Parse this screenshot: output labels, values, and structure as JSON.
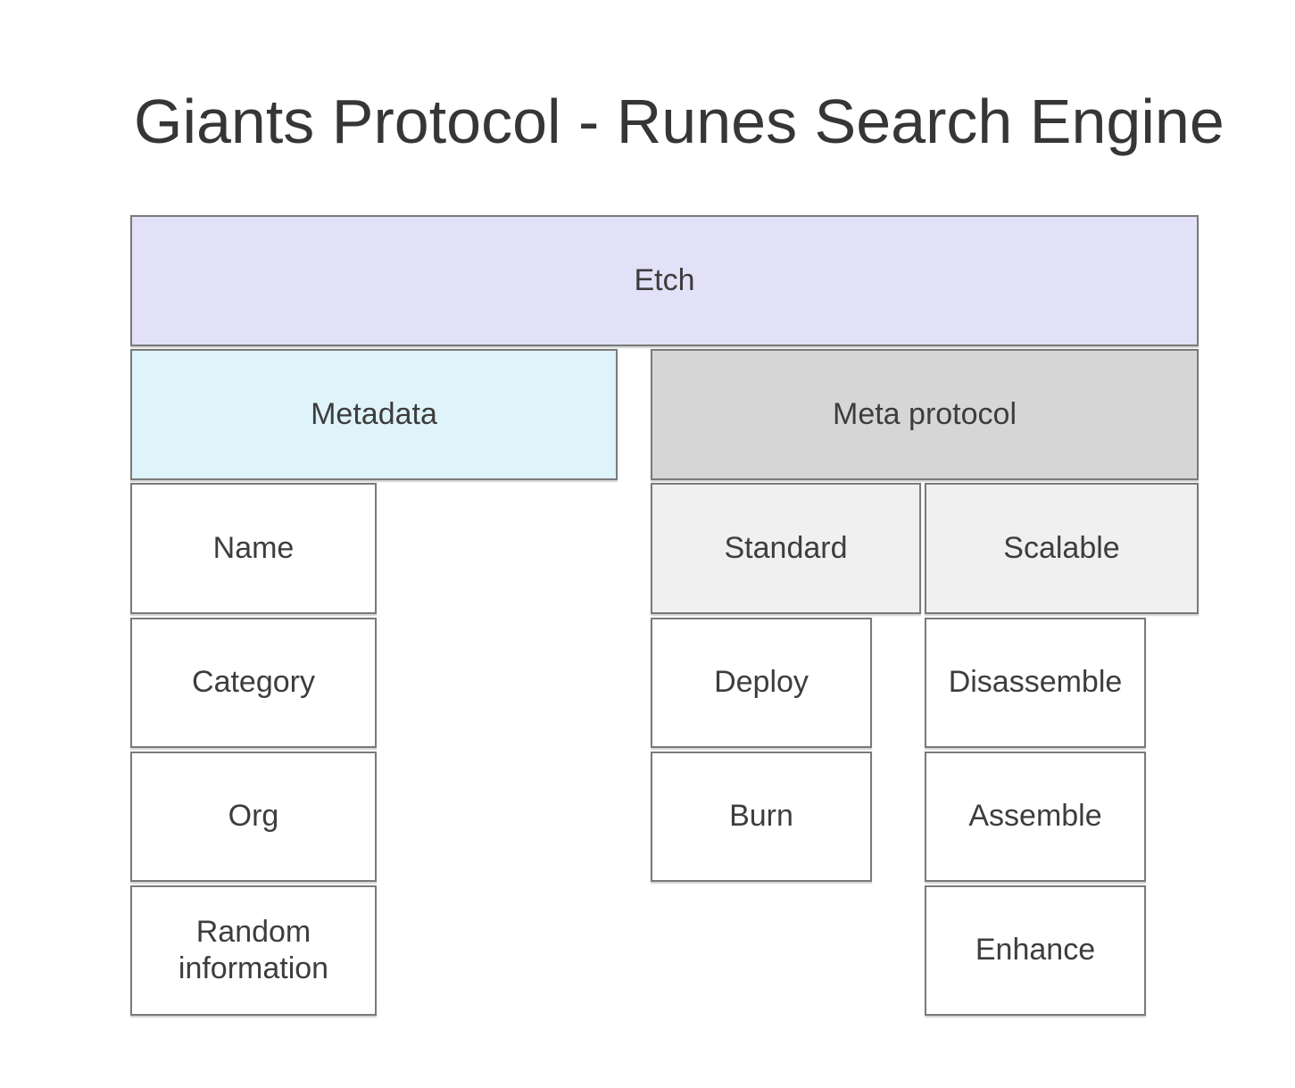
{
  "diagram": {
    "title": "Giants Protocol - Runes Search Engine",
    "colors": {
      "background": "#ffffff",
      "border": "#7a7a7a",
      "text": "#3d3d3d",
      "etch_fill": "#e2e1f7",
      "metadata_fill": "#dff3fb",
      "meta_protocol_fill": "#d6d6d6",
      "subgroup_fill": "#f0f0f0",
      "leaf_fill": "#ffffff"
    },
    "nodes": {
      "etch": {
        "label": "Etch",
        "fill": "#e2e1f7"
      },
      "metadata": {
        "label": "Metadata",
        "fill": "#dff3fb"
      },
      "meta_protocol": {
        "label": "Meta protocol",
        "fill": "#d6d6d6"
      },
      "name": {
        "label": "Name",
        "fill": "#ffffff"
      },
      "standard": {
        "label": "Standard",
        "fill": "#f0f0f0"
      },
      "scalable": {
        "label": "Scalable",
        "fill": "#f0f0f0"
      },
      "category": {
        "label": "Category",
        "fill": "#ffffff"
      },
      "deploy": {
        "label": "Deploy",
        "fill": "#ffffff"
      },
      "disassemble": {
        "label": "Disassemble",
        "fill": "#ffffff"
      },
      "org": {
        "label": "Org",
        "fill": "#ffffff"
      },
      "burn": {
        "label": "Burn",
        "fill": "#ffffff"
      },
      "assemble": {
        "label": "Assemble",
        "fill": "#ffffff"
      },
      "random_information": {
        "label": "Random information",
        "fill": "#ffffff"
      },
      "enhance": {
        "label": "Enhance",
        "fill": "#ffffff"
      }
    }
  }
}
